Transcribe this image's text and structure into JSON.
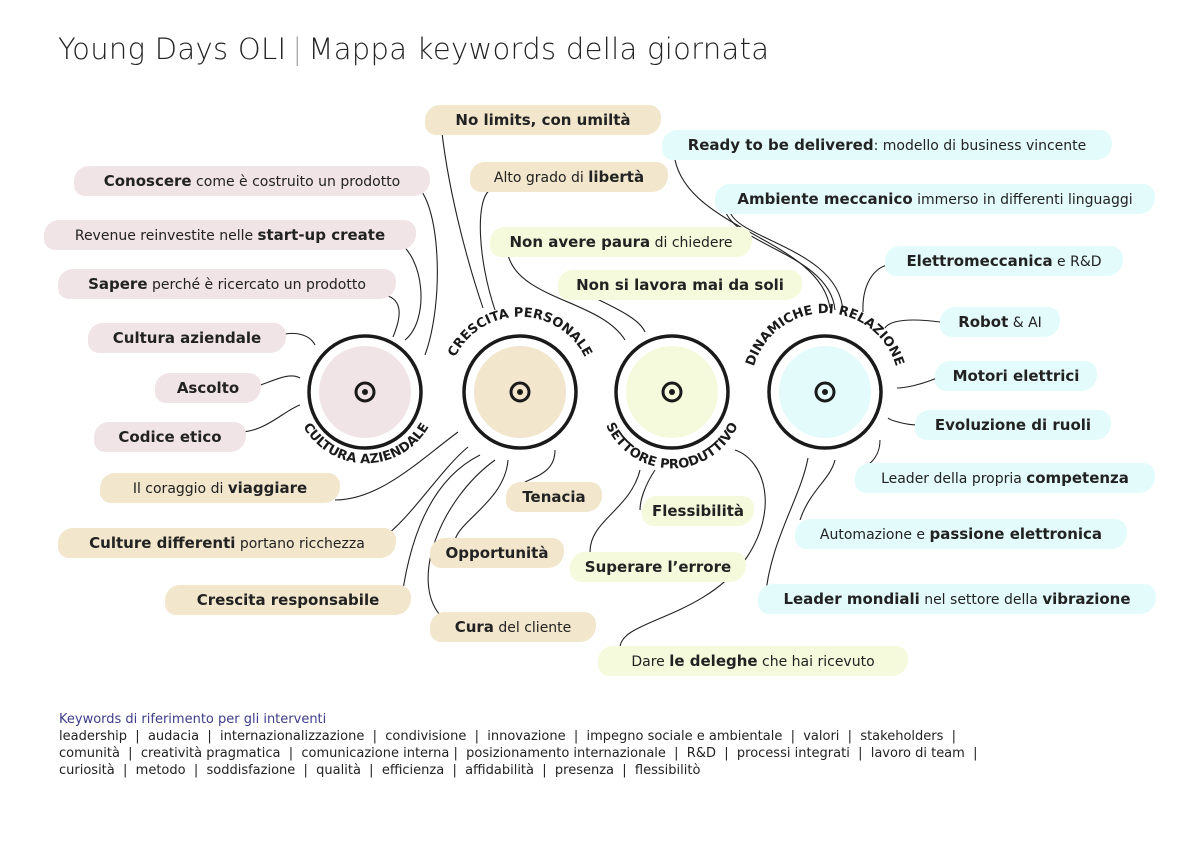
{
  "title": {
    "main": "Young Days OLI",
    "separator": "|",
    "sub": "Mappa keywords della giornata"
  },
  "hubs": [
    {
      "label": "CULTURA AZIENDALE",
      "fill": "#f1e4e6"
    },
    {
      "label": "CRESCITA PERSONALE",
      "fill": "#f2e6cc"
    },
    {
      "label": "SETTORE PRODUTTIVO",
      "fill": "#f5fadc"
    },
    {
      "label": "DINAMICHE DI RELAZIONE",
      "fill": "#e4fbfc"
    }
  ],
  "labels": [
    {
      "group": "pink",
      "parts": [
        {
          "t": "Conoscere",
          "b": true
        },
        {
          "t": " come è costruito un prodotto"
        }
      ]
    },
    {
      "group": "pink",
      "parts": [
        {
          "t": "Revenue reinvestite nelle "
        },
        {
          "t": "start-up create",
          "b": true
        }
      ]
    },
    {
      "group": "pink",
      "parts": [
        {
          "t": "Sapere",
          "b": true
        },
        {
          "t": " perché è ricercato un prodotto"
        }
      ]
    },
    {
      "group": "pink",
      "parts": [
        {
          "t": "Cultura aziendale",
          "b": true
        }
      ]
    },
    {
      "group": "pink",
      "parts": [
        {
          "t": "Ascolto",
          "b": true
        }
      ]
    },
    {
      "group": "pink",
      "parts": [
        {
          "t": "Codice etico",
          "b": true
        }
      ]
    },
    {
      "group": "beige",
      "parts": [
        {
          "t": "No limits, con umiltà",
          "b": true
        }
      ]
    },
    {
      "group": "beige",
      "parts": [
        {
          "t": "Alto grado di "
        },
        {
          "t": "libertà",
          "b": true
        }
      ]
    },
    {
      "group": "beige",
      "parts": [
        {
          "t": "Il coraggio di "
        },
        {
          "t": "viaggiare",
          "b": true
        }
      ]
    },
    {
      "group": "beige",
      "parts": [
        {
          "t": "Culture differenti",
          "b": true
        },
        {
          "t": " portano ricchezza"
        }
      ]
    },
    {
      "group": "beige",
      "parts": [
        {
          "t": "Crescita responsabile",
          "b": true
        }
      ]
    },
    {
      "group": "beige",
      "parts": [
        {
          "t": "Tenacia",
          "b": true
        }
      ]
    },
    {
      "group": "beige",
      "parts": [
        {
          "t": "Opportunità",
          "b": true
        }
      ]
    },
    {
      "group": "beige",
      "parts": [
        {
          "t": "Cura",
          "b": true
        },
        {
          "t": " del cliente"
        }
      ]
    },
    {
      "group": "yellow",
      "parts": [
        {
          "t": "Non avere paura",
          "b": true
        },
        {
          "t": " di chiedere"
        }
      ]
    },
    {
      "group": "yellow",
      "parts": [
        {
          "t": "Non si lavora mai da soli",
          "b": true
        }
      ]
    },
    {
      "group": "yellow",
      "parts": [
        {
          "t": "Flessibilità",
          "b": true
        }
      ]
    },
    {
      "group": "yellow",
      "parts": [
        {
          "t": "Superare l’errore",
          "b": true
        }
      ]
    },
    {
      "group": "yellow",
      "parts": [
        {
          "t": "Dare "
        },
        {
          "t": "le deleghe",
          "b": true
        },
        {
          "t": " che hai ricevuto"
        }
      ]
    },
    {
      "group": "cyan",
      "parts": [
        {
          "t": "Ready to be delivered",
          "b": true
        },
        {
          "t": ": modello di business vincente"
        }
      ]
    },
    {
      "group": "cyan",
      "parts": [
        {
          "t": "Ambiente meccanico",
          "b": true
        },
        {
          "t": " immerso in differenti linguaggi"
        }
      ]
    },
    {
      "group": "cyan",
      "parts": [
        {
          "t": "Elettromeccanica",
          "b": true
        },
        {
          "t": " e R&D"
        }
      ]
    },
    {
      "group": "cyan",
      "parts": [
        {
          "t": "Robot",
          "b": true
        },
        {
          "t": " & AI"
        }
      ]
    },
    {
      "group": "cyan",
      "parts": [
        {
          "t": "Motori elettrici",
          "b": true
        }
      ]
    },
    {
      "group": "cyan",
      "parts": [
        {
          "t": "Evoluzione di ruoli",
          "b": true
        }
      ]
    },
    {
      "group": "cyan",
      "parts": [
        {
          "t": "Leader della propria "
        },
        {
          "t": "competenza",
          "b": true
        }
      ]
    },
    {
      "group": "cyan",
      "parts": [
        {
          "t": "Automazione e "
        },
        {
          "t": "passione elettronica",
          "b": true
        }
      ]
    },
    {
      "group": "cyan",
      "parts": [
        {
          "t": "Leader mondiali",
          "b": true
        },
        {
          "t": " nel settore della "
        },
        {
          "t": "vibrazione",
          "b": true
        }
      ]
    }
  ],
  "footer": {
    "heading": "Keywords di riferimento per gli interventi",
    "line1": "leadership  |  audacia  |  internazionalizzazione  |  condivisione  |  innovazione  |  impegno sociale e ambientale  |  valori  |  stakeholders  |",
    "line2": "comunità  |  creatività pragmatica  |  comunicazione interna |  posizionamento internazionale  |  R&D  |  processi integrati  |  lavoro di team  |",
    "line3": "curiosità  |  metodo  |  soddisfazione  |  qualità  |  efficienza  |  affidabilità  |  presenza  |  flessibilitò"
  }
}
